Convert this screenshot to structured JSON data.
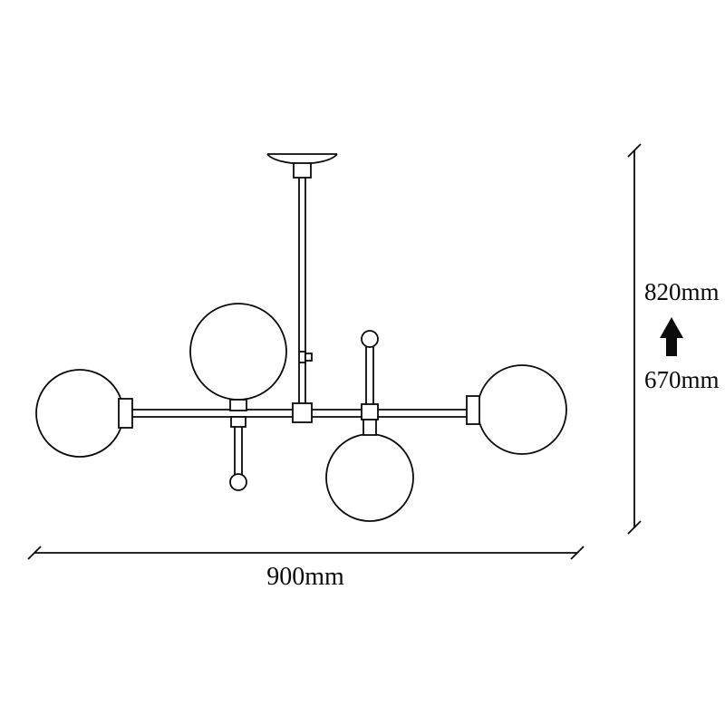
{
  "page": {
    "background_color": "#ffffff",
    "line_color": "#0a0a0a"
  },
  "drawing": {
    "subject": "four-globe-ceiling-lamp-technical-drawing",
    "globe_count": 4
  },
  "dimensions": {
    "height_max": {
      "label": "820mm"
    },
    "height_min": {
      "label": "670mm"
    },
    "width": {
      "label": "900mm"
    },
    "arrow_icon": "up-arrow-icon"
  }
}
